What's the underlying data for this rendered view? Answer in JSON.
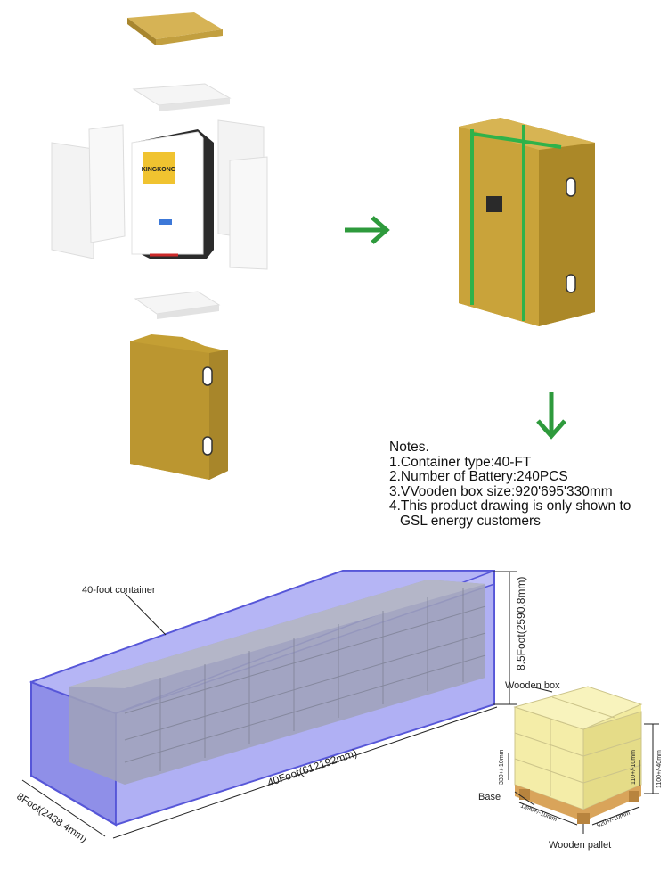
{
  "brand": {
    "logo_text": "KINGKONG"
  },
  "arrows": {
    "right_arrow": "→",
    "down_arrow": "↓",
    "color": "#2e9a3c"
  },
  "notes": {
    "heading": "Notes.",
    "lines": [
      "1.Container type:40-FT",
      "2.Number of Battery:240PCS",
      "3.VVooden box size:920'695'330mm",
      "4.This product drawing is only shown to",
      "GSL energy customers"
    ]
  },
  "container": {
    "label": "40-foot container",
    "height_dim": "8.5Foot(2590.8mm)",
    "length_dim": "40Foot(612192mm)",
    "width_dim": "8Foot(2438.4mm)",
    "color": "#6f6fe6"
  },
  "pallet": {
    "wooden_box_label": "Wooden box",
    "base_label": "Base",
    "wooden_pallet_label": "Wooden pallet",
    "dim_box_height": "330+/-10mm",
    "dim_layer": "110+/-10mm",
    "dim_total": "1100+/-40mm",
    "dim_length": "1390+/-10mm",
    "dim_width": "920+/-10mm",
    "box_color": "#f2eba0"
  }
}
